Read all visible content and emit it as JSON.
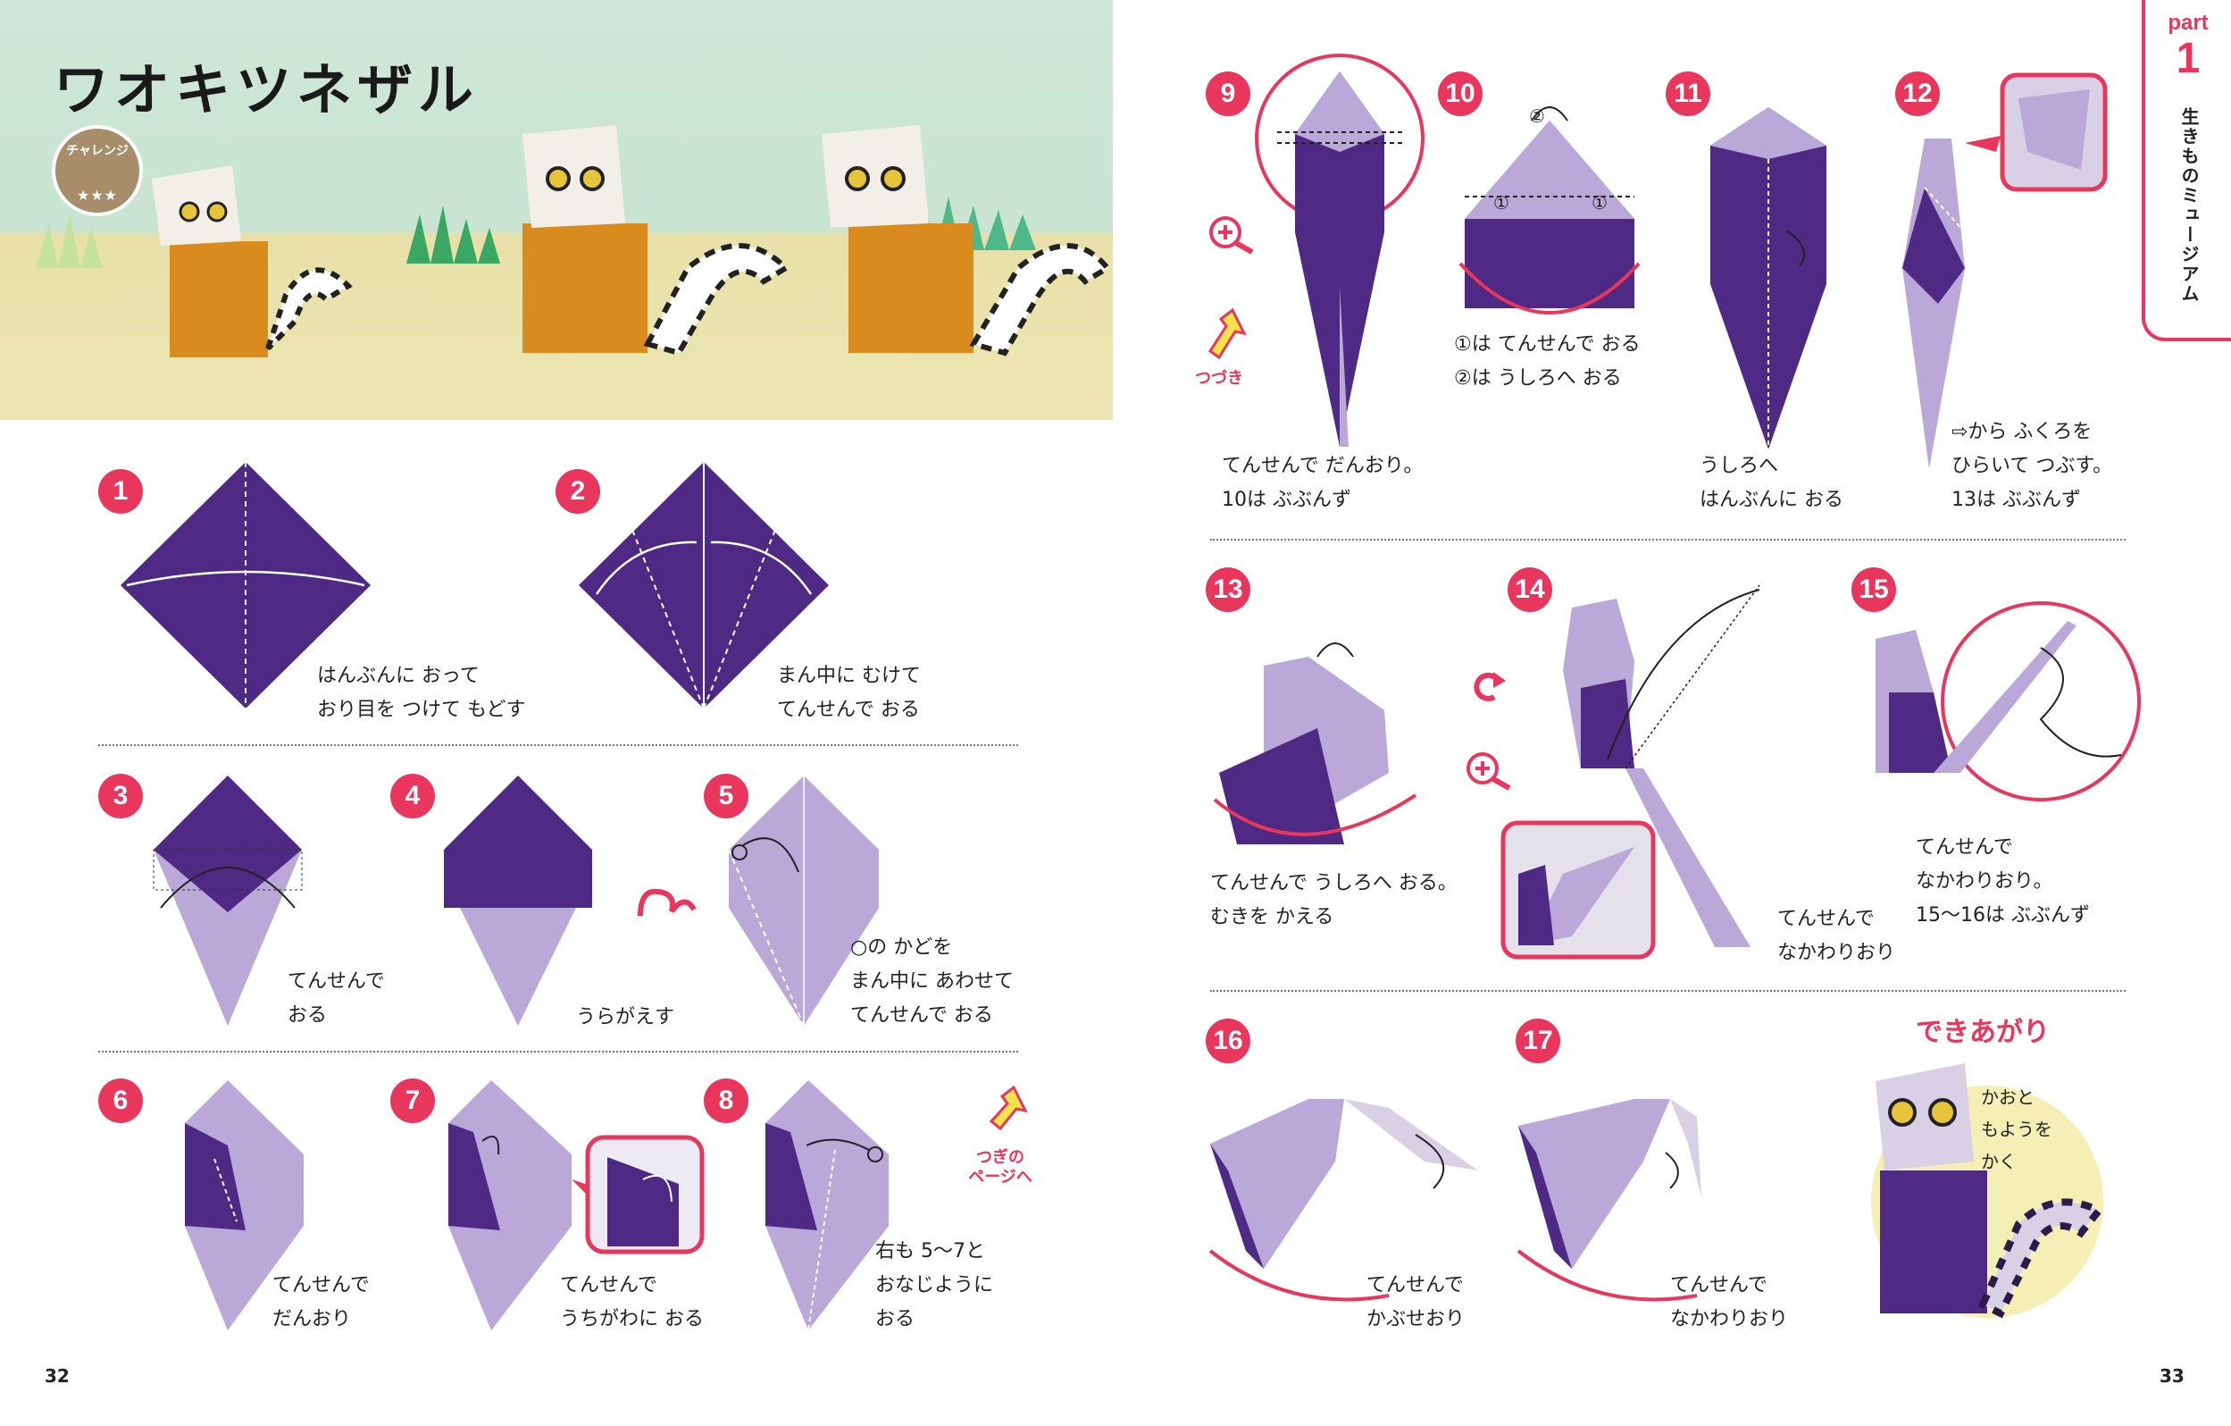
{
  "title": "ワオキツネザル",
  "badge": {
    "label": "チャレンジ",
    "stars": "★★★"
  },
  "tab": {
    "part": "part",
    "number": "1",
    "section": "生きものミュージアム"
  },
  "pages": {
    "left": "32",
    "right": "33"
  },
  "colors": {
    "accent": "#e8365d",
    "purple": "#4e2a84",
    "lavender": "#b9a8d8"
  },
  "steps": [
    {
      "num": "1",
      "caption": "はんぶんに おって\nおり目を つけて もどす"
    },
    {
      "num": "2",
      "caption": "まん中に むけて\nてんせんで おる"
    },
    {
      "num": "3",
      "caption": "てんせんで\nおる"
    },
    {
      "num": "4",
      "caption": "うらがえす"
    },
    {
      "num": "5",
      "caption": "○の かどを\nまん中に あわせて\nてんせんで おる"
    },
    {
      "num": "6",
      "caption": "てんせんで\nだんおり"
    },
    {
      "num": "7",
      "caption": "てんせんで\nうちがわに おる"
    },
    {
      "num": "8",
      "caption": "右も 5～7と\nおなじように\nおる"
    },
    {
      "num": "9",
      "caption": "てんせんで だんおり。\n10は ぶぶんず"
    },
    {
      "num": "10",
      "caption": "①は てんせんで おる\n②は うしろへ おる"
    },
    {
      "num": "11",
      "caption": "うしろへ\nはんぶんに おる"
    },
    {
      "num": "12",
      "caption": "⇨から ふくろを\nひらいて つぶす。\n13は ぶぶんず"
    },
    {
      "num": "13",
      "caption": "てんせんで うしろへ おる。\nむきを かえる"
    },
    {
      "num": "14",
      "caption": "てんせんで\nなかわりおり"
    },
    {
      "num": "15",
      "caption": "てんせんで\nなかわりおり。\n15～16は ぶぶんず"
    },
    {
      "num": "16",
      "caption": "てんせんで\nかぶせおり"
    },
    {
      "num": "17",
      "caption": "てんせんで\nなかわりおり"
    }
  ],
  "labels": {
    "next_page": "つぎの\nページへ",
    "continued": "つづき",
    "finished": "できあがり",
    "finished_note": "かおと\nもようを\nかく",
    "marker_1a": "①",
    "marker_1b": "①",
    "marker_2": "②"
  }
}
